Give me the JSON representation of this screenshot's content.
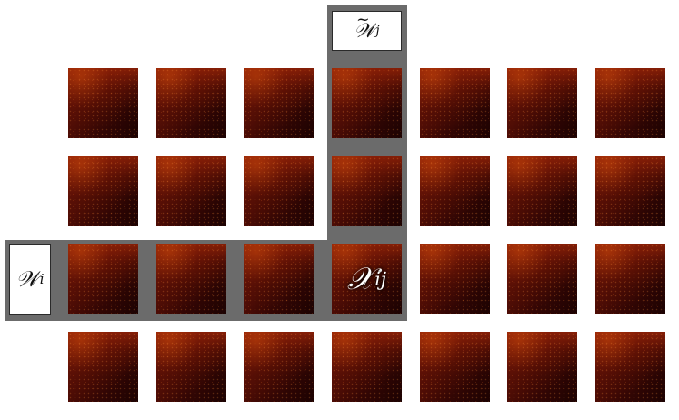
{
  "labels": {
    "row": {
      "base": "𝒲",
      "sub": "i"
    },
    "column": {
      "base": "𝒲",
      "sub": "j"
    },
    "cell": {
      "base": "𝒳",
      "sub": "ij"
    }
  },
  "grid": {
    "rows": 4,
    "columns": 7,
    "highlighted_row": 3,
    "highlighted_column": 4
  },
  "colors": {
    "band": "#6b6b6b",
    "tile_dark": "#1c0202",
    "tile_glow": "#c8460a"
  }
}
